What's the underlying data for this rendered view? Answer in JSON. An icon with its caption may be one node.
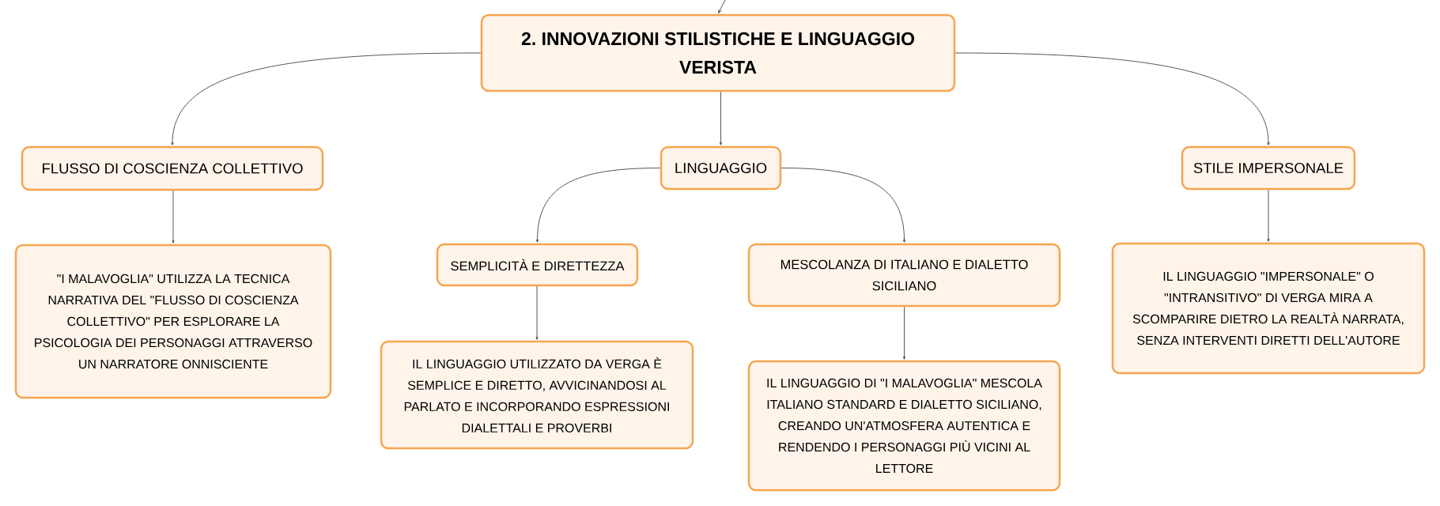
{
  "diagram": {
    "nodes": [
      {
        "text": [
          "2. INNOVAZIONI STILISTICHE E LINGUAGGIO VERISTA"
        ]
      },
      {
        "text": [
          "FLUSSO DI COSCIENZA COLLETTIVO"
        ]
      },
      {
        "text": [
          "LINGUAGGIO"
        ]
      },
      {
        "text": [
          "STILE IMPERSONALE"
        ]
      },
      {
        "text": [
          "\"I MALAVOGLIA\" UTILIZZA LA TECNICA NARRATIVA DEL \"FLUSSO DI COSCIENZA COLLETTIVO\" PER ESPLORARE LA PSICOLOGIA DEI PERSONAGGI ATTRAVERSO UN NARRATORE ONNISCIENTE"
        ]
      },
      {
        "text": [
          "SEMPLICITÀ E DIRETTEZZA"
        ]
      },
      {
        "text": [
          "MESCOLANZA DI ITALIANO E DIALETTO SICILIANO"
        ]
      },
      {
        "text": [
          "IL LINGUAGGIO \"IMPERSONALE\" O \"INTRANSITIVO\" DI VERGA MIRA A SCOMPARIRE DIETRO LA REALTÀ NARRATA, SENZA INTERVENTI DIRETTI DELL'AUTORE"
        ]
      },
      {
        "text": [
          "IL LINGUAGGIO UTILIZZATO DA VERGA È SEMPLICE E DIRETTO, AVVICINANDOSI AL PARLATO E INCORPORANDO ESPRESSIONI DIALETTALI E PROVERBI"
        ]
      },
      {
        "text": [
          "IL LINGUAGGIO DI \"I MALAVOGLIA\" MESCOLA ITALIANO STANDARD E DIALETTO SICILIANO, CREANDO UN'ATMOSFERA AUTENTICA E RENDENDO I PERSONAGGI PIÙ VICINI AL LETTORE"
        ]
      }
    ],
    "edges": [
      {
        "from": null,
        "to": 0,
        "arrow": "to"
      },
      {
        "from": 0,
        "to": 1,
        "arrow": "to"
      },
      {
        "from": 0,
        "to": 2,
        "arrow": "to"
      },
      {
        "from": 0,
        "to": 3,
        "arrow": "to"
      },
      {
        "from": 1,
        "to": 4,
        "arrow": "to"
      },
      {
        "from": 2,
        "to": 5,
        "arrow": "to"
      },
      {
        "from": 2,
        "to": 6,
        "arrow": "to"
      },
      {
        "from": 3,
        "to": 7,
        "arrow": "to"
      },
      {
        "from": 5,
        "to": 8,
        "arrow": "to"
      },
      {
        "from": 6,
        "to": 9,
        "arrow": "to"
      }
    ]
  }
}
